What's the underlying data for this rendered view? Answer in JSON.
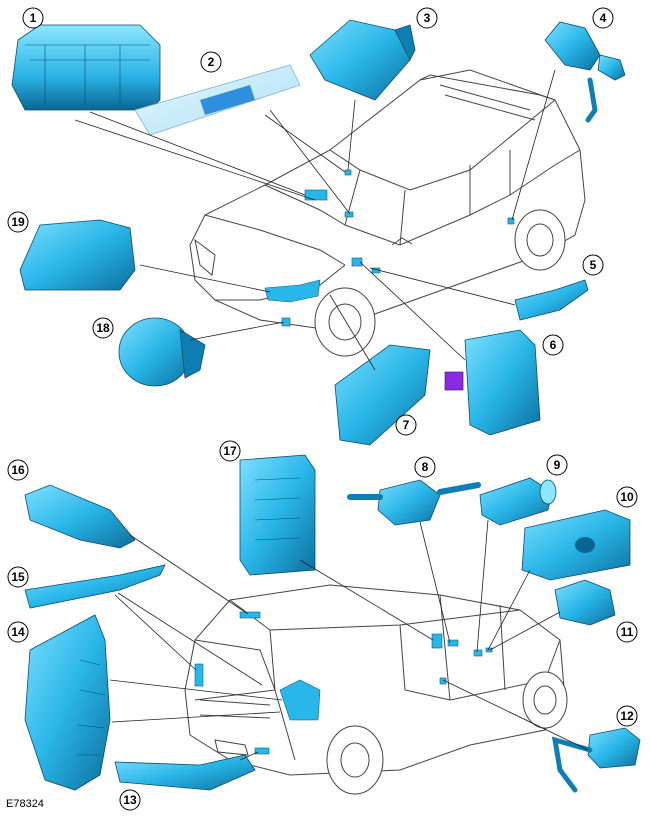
{
  "reference_code": "E78324",
  "colors": {
    "component": "#29b6e8",
    "component_dark": "#0f7fb3",
    "highlight": "#7fe0ff",
    "connector": "#8a2be2"
  },
  "callouts": [
    "1",
    "2",
    "3",
    "4",
    "5",
    "6",
    "7",
    "8",
    "9",
    "10",
    "11",
    "12",
    "13",
    "14",
    "15",
    "16",
    "17",
    "18",
    "19"
  ]
}
